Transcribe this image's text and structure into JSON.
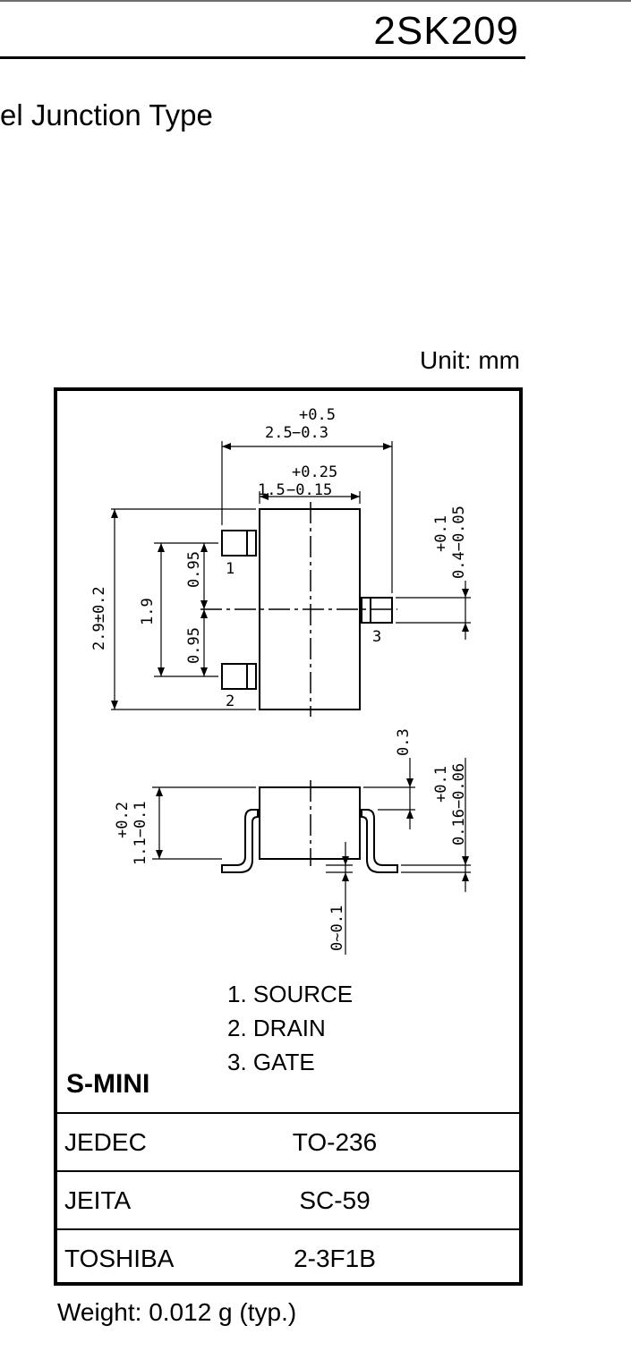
{
  "header": {
    "part_number": "2SK209",
    "subtitle": "el Junction Type"
  },
  "unit": "Unit: mm",
  "drawing": {
    "dims": {
      "top_width": "2.5",
      "top_width_tol_plus": "+0.5",
      "top_width_tol_minus": "−0.3",
      "body_width": "1.5",
      "body_width_tol_plus": "+0.25",
      "body_width_tol_minus": "−0.15",
      "height_total": "2.9±0.2",
      "pitch": "1.9",
      "half_pitch_top": "0.95",
      "half_pitch_bottom": "0.95",
      "lead_width": "0.4−0.05",
      "lead_width_tol": "+0.1",
      "body_height": "1.1−0.1",
      "body_height_tol": "+0.2",
      "lead_offset": "0.3",
      "lead_thickness": "0.16−0.06",
      "lead_thickness_tol": "+0.1",
      "standoff": "0~0.1"
    },
    "pin_labels": [
      "1",
      "2",
      "3"
    ]
  },
  "pins": [
    "1.  SOURCE",
    "2.  DRAIN",
    "3. GATE"
  ],
  "package": {
    "name": "S-MINI",
    "rows": [
      {
        "key": "JEDEC",
        "value": "TO-236"
      },
      {
        "key": "JEITA",
        "value": "SC-59"
      },
      {
        "key": "TOSHIBA",
        "value": "2-3F1B"
      }
    ]
  },
  "weight": "Weight: 0.012 g (typ.)"
}
